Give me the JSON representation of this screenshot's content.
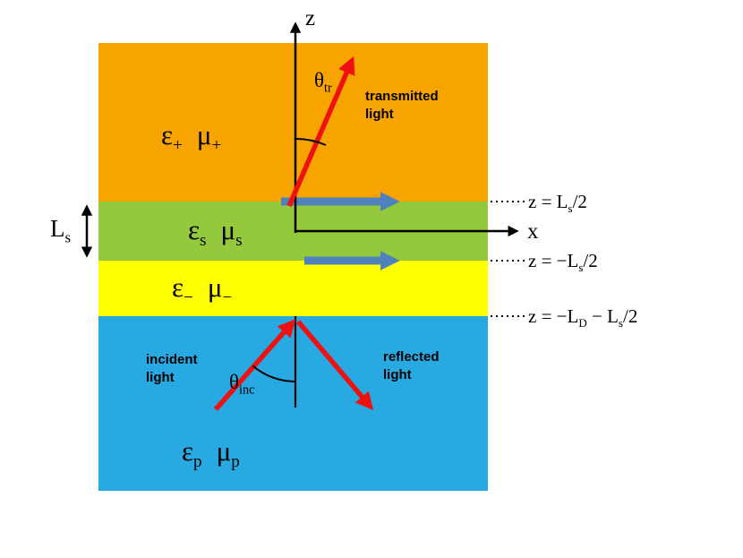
{
  "colors": {
    "layer_plus": "#F7A400",
    "layer_s": "#94C83D",
    "layer_minus": "#FFFF00",
    "layer_p": "#29A9E1",
    "red_arrow": "#EE1111",
    "blue_arrow": "#4F81BD",
    "line": "#000000"
  },
  "layers": [
    {
      "id": "plus",
      "eps_base": "ε",
      "eps_sub": "+",
      "mu_base": "μ",
      "mu_sub": "+"
    },
    {
      "id": "s",
      "eps_base": "ε",
      "eps_sub": "s",
      "mu_base": "μ",
      "mu_sub": "s"
    },
    {
      "id": "minus",
      "eps_base": "ε",
      "eps_sub": "−",
      "mu_base": "μ",
      "mu_sub": "−"
    },
    {
      "id": "p",
      "eps_base": "ε",
      "eps_sub": "p",
      "mu_base": "μ",
      "mu_sub": "p"
    }
  ],
  "axes": {
    "z_label": "z",
    "x_label": "x"
  },
  "angles": {
    "transmitted": {
      "base": "θ",
      "sub": "tr"
    },
    "incident": {
      "base": "θ",
      "sub": "inc"
    }
  },
  "light_labels": {
    "transmitted": "transmitted\nlight",
    "incident": "incident\nlight",
    "reflected": "reflected\nlight"
  },
  "boundaries": [
    {
      "pre": "z = L",
      "sub": "s",
      "post": "/2"
    },
    {
      "pre": "z = −L",
      "sub": "s",
      "post": "/2"
    },
    {
      "pre": "z = −L",
      "sub1": "D",
      "mid": " − L",
      "sub2": "s",
      "post": "/2"
    }
  ],
  "thickness_label": {
    "base": "L",
    "sub": "s"
  }
}
